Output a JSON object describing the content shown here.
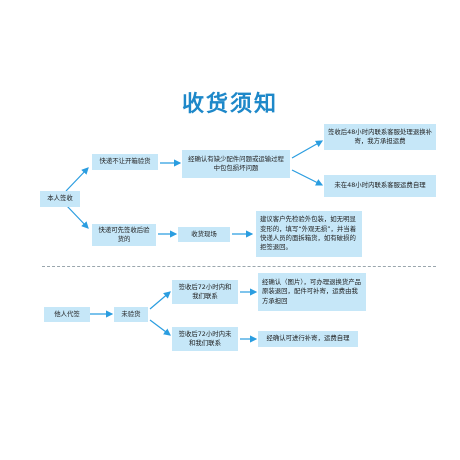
{
  "title": "收货须知",
  "colors": {
    "title": "#1e88c9",
    "box_fill": "#c6e7f8",
    "arrow": "#2a9de0",
    "divider": "#9aa6ad"
  },
  "nodes": {
    "self_sign": "本人签收",
    "no_open_inspect": "快递不让开箱验货",
    "missing_parts": "经确认有缺少配件问题或运输过程中包包损坏问题",
    "contact_within_48h": "签收后48小时内联系客服处理退换补寄，我方承担运费",
    "not_contact_48h": "未在48小时内联系客服运费自理",
    "can_inspect": "快递可先签收后验货的",
    "inspect_on_site": "收货现场",
    "suggestion": "建议客户先检验外包装，如无明显变形的，填写“外观无损”，并当着快递人员的面拆箱货，如有破损的拒签退回。",
    "other_sign": "他人代签",
    "not_inspected": "未验货",
    "contact_within_72h": "签收后72小时内和我们联系",
    "confirm_photo": "经确认（图片），可办理退换货产品原装退回，配件可补寄，运费由我方承担回",
    "not_contact_72h": "签收后72小时内未和我们联系",
    "reissue_self_pay": "经确认可进行补寄，运费自理"
  }
}
